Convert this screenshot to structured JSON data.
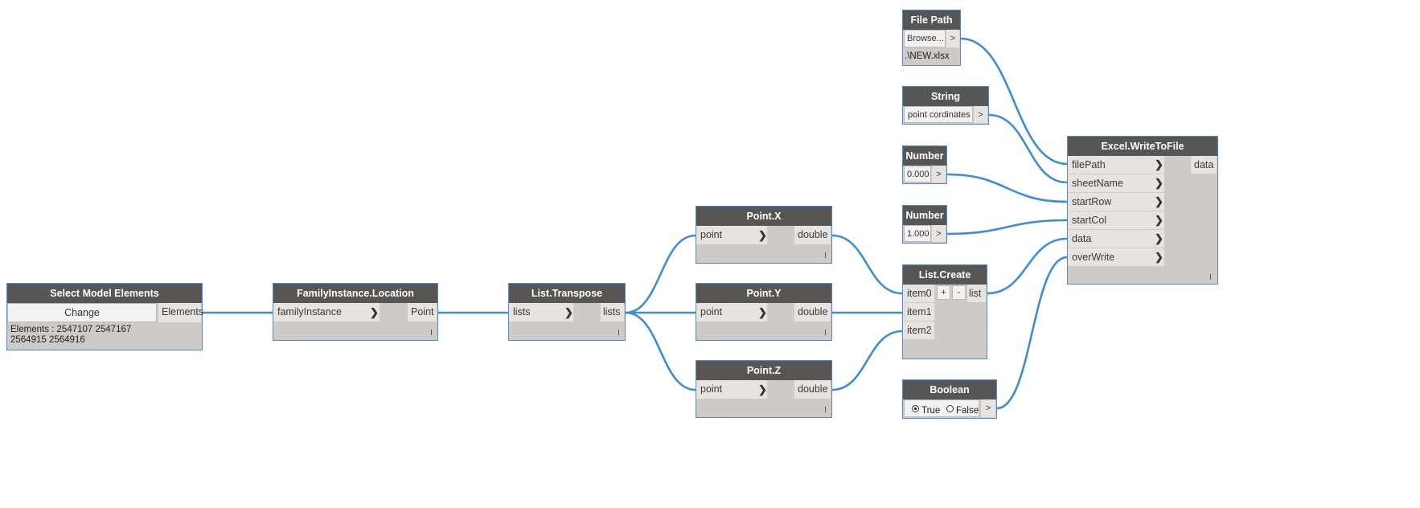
{
  "nodes": {
    "select": {
      "title": "Select Model Elements",
      "button": "Change",
      "output": "Elements",
      "info": "Elements : 2547107 2547167 2564915 2564916"
    },
    "location": {
      "title": "FamilyInstance.Location",
      "input": "familyInstance",
      "output": "Point"
    },
    "transpose": {
      "title": "List.Transpose",
      "input": "lists",
      "output": "lists"
    },
    "pointx": {
      "title": "Point.X",
      "input": "point",
      "output": "double"
    },
    "pointy": {
      "title": "Point.Y",
      "input": "point",
      "output": "double"
    },
    "pointz": {
      "title": "Point.Z",
      "input": "point",
      "output": "double"
    },
    "filepath": {
      "title": "File Path",
      "button": "Browse...",
      "value": ".\\NEW.xlsx"
    },
    "string": {
      "title": "String",
      "value": "point cordinates"
    },
    "number1": {
      "title": "Number",
      "value": "0.000"
    },
    "number2": {
      "title": "Number",
      "value": "1.000"
    },
    "boolean": {
      "title": "Boolean",
      "option_true": "True",
      "option_false": "False",
      "selected": "True"
    },
    "listcreate": {
      "title": "List.Create",
      "inputs": [
        "item0",
        "item1",
        "item2"
      ],
      "add": "+",
      "remove": "-",
      "output": "list"
    },
    "excel": {
      "title": "Excel.WriteToFile",
      "inputs": [
        "filePath",
        "sheetName",
        "startRow",
        "startCol",
        "data",
        "overWrite"
      ],
      "output": "data"
    }
  },
  "glyphs": {
    "port_chevron": "❯",
    "output_arrow": ">",
    "lacing": "|"
  },
  "colors": {
    "wire": "#3b8ed6",
    "node_border": "#4a8fd6",
    "header": "#585655",
    "body": "#cfcac5"
  }
}
